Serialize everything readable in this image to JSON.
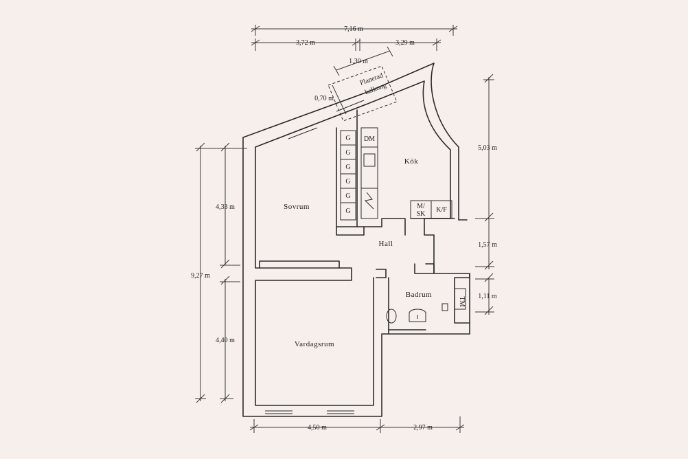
{
  "rooms": {
    "sovrum": "Sovrum",
    "kok": "Kök",
    "hall": "Hall",
    "badrum": "Badrum",
    "vardagsrum": "Vardagsrum"
  },
  "balcony": {
    "line1": "Planerad",
    "line2": "balkong"
  },
  "fixtures": {
    "dm": "DM",
    "g": "G",
    "msk1": "M/",
    "msk2": "SK",
    "kf": "K/F",
    "tm": "TM"
  },
  "dimensions": {
    "total_width": "7,16 m",
    "left_width": "3,72 m",
    "right_width": "3,29 m",
    "balcony_width": "1,30 m",
    "balcony_depth": "0,70 m",
    "total_height": "9,27 m",
    "sovrum_height": "4,33 m",
    "vardagsrum_height": "4,40 m",
    "kok_height": "5,03 m",
    "hall_height": "1,57 m",
    "badrum_height": "1,11 m",
    "bottom_left": "4,50 m",
    "bottom_right": "2,97 m"
  }
}
